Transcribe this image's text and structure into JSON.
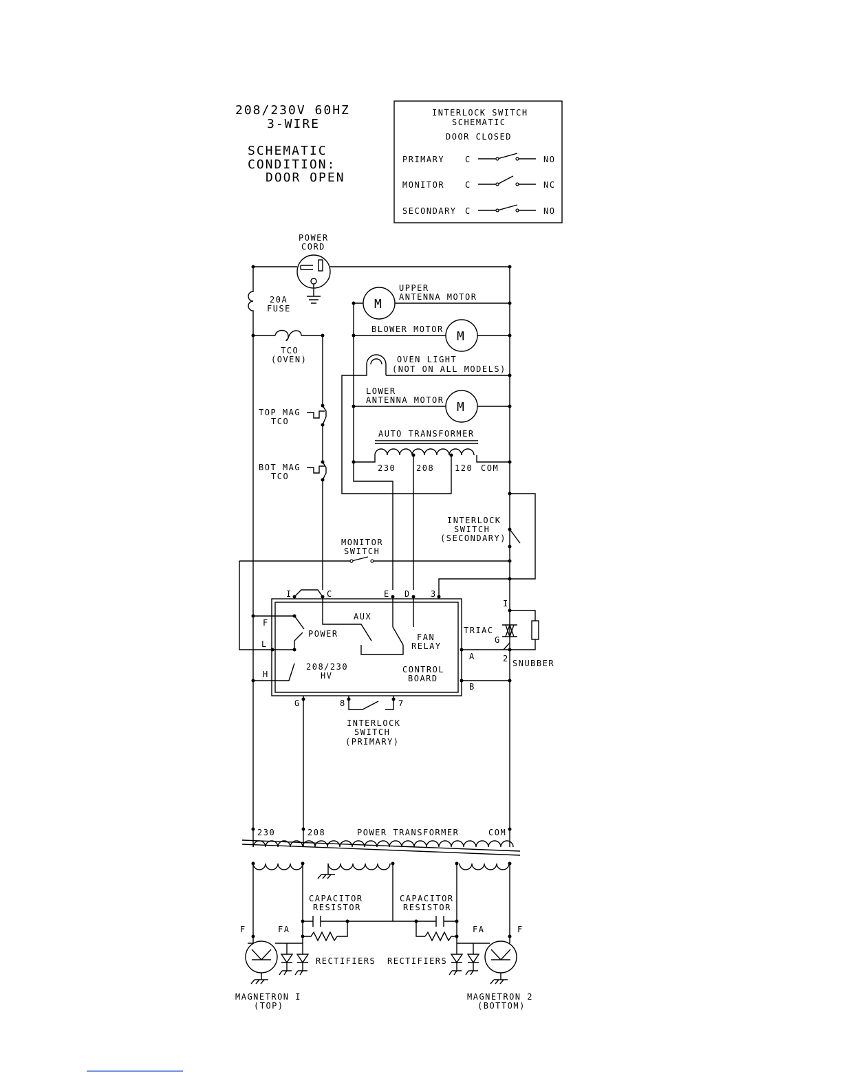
{
  "header": {
    "voltage": "208/230V 60HZ",
    "wire": "3-WIRE",
    "cond1": "SCHEMATIC",
    "cond2": "CONDITION:",
    "cond3": "DOOR OPEN"
  },
  "legend": {
    "title1": "INTERLOCK SWITCH",
    "title2": "SCHEMATIC",
    "state": "DOOR CLOSED",
    "rows": [
      {
        "name": "PRIMARY",
        "c": "C",
        "end": "NO"
      },
      {
        "name": "MONITOR",
        "c": "C",
        "end": "NC"
      },
      {
        "name": "SECONDARY",
        "c": "C",
        "end": "NO"
      }
    ]
  },
  "labels": {
    "power1": "POWER",
    "power2": "CORD",
    "fuse1": "20A",
    "fuse2": "FUSE",
    "upper1": "UPPER",
    "upper2": "ANTENNA MOTOR",
    "motor_m": "M",
    "blower": "BLOWER MOTOR",
    "light1": "OVEN LIGHT",
    "light2": "(NOT ON ALL MODELS)",
    "tco1": "TCO",
    "tco2": "(OVEN)",
    "lower1": "LOWER",
    "lower2": "ANTENNA MOTOR",
    "topmag1": "TOP MAG",
    "topmag2": "TCO",
    "autotx": "AUTO TRANSFORMER",
    "tap230": "230",
    "tap208": "208",
    "tap120": "120",
    "tapcom": "COM",
    "botmag1": "BOT MAG",
    "botmag2": "TCO",
    "isec1": "INTERLOCK",
    "isec2": "SWITCH",
    "isec3": "(SECONDARY)",
    "mon1": "MONITOR",
    "mon2": "SWITCH",
    "term_i": "I",
    "term_c": "C",
    "term_e": "E",
    "term_d": "D",
    "term_3": "3",
    "term_1": "I",
    "term_f": "F",
    "aux": "AUX",
    "power": "POWER",
    "fan": "FAN",
    "relay": "RELAY",
    "triac": "TRIAC",
    "term_g": "G",
    "term_l": "L",
    "term_a": "A",
    "term_2": "2",
    "snubber": "SNUBBER",
    "hv1": "208/230",
    "hv2": "HV",
    "control": "CONTROL",
    "board": "BOARD",
    "term_h": "H",
    "term_b": "B",
    "term_g2": "G",
    "term_8": "8",
    "term_7": "7",
    "ipri1": "INTERLOCK",
    "ipri2": "SWITCH",
    "ipri3": "(PRIMARY)",
    "pt230": "230",
    "pt208": "208",
    "pttitle": "POWER TRANSFORMER",
    "ptcom": "COM",
    "cap1": "CAPACITOR",
    "res1": "RESISTOR",
    "cap2": "CAPACITOR",
    "res2": "RESISTOR",
    "f1": "F",
    "fa1": "FA",
    "fa2": "FA",
    "f2": "F",
    "rect1": "RECTIFIERS",
    "rect2": "RECTIFIERS",
    "mag1a": "MAGNETRON I",
    "mag1b": "(TOP)",
    "mag2a": "MAGNETRON 2",
    "mag2b": "(BOTTOM)"
  }
}
